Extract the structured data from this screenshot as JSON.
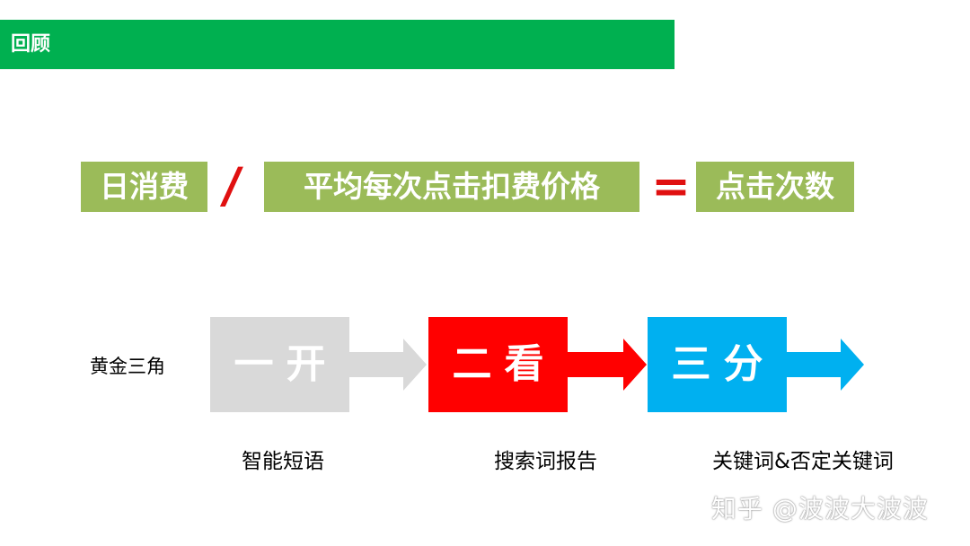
{
  "header": {
    "title": "回顾"
  },
  "formula": {
    "daily_cost": "日消费",
    "divide_op": "/",
    "avg_cpc": "平均每次点击扣费价格",
    "equals_op": "=",
    "clicks": "点击次数"
  },
  "golden_triangle": {
    "label": "黄金三角",
    "steps": [
      {
        "label": "一开",
        "caption": "智能短语",
        "color": "#d9d9d9"
      },
      {
        "label": "二看",
        "caption": "搜索词报告",
        "color": "#ff0000"
      },
      {
        "label": "三分",
        "caption": "关键词&否定关键词",
        "color": "#00b0f0"
      }
    ]
  },
  "colors": {
    "header_green": "#00b050",
    "formula_green": "#9bbb59",
    "operator_red": "#e01010"
  },
  "watermark": "知乎 @波波大波波"
}
